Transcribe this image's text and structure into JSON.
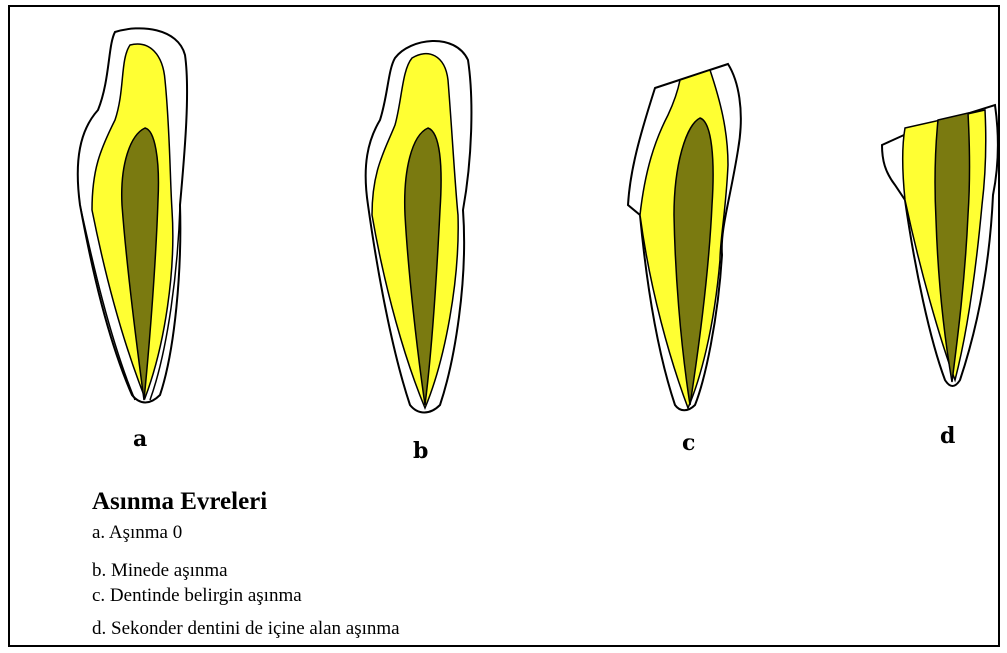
{
  "colors": {
    "enamel": "#ffffff",
    "dentin": "#ffff33",
    "secondary_dentin": "#7a7a10",
    "outline": "#000000"
  },
  "stages": [
    {
      "label": "a"
    },
    {
      "label": "b"
    },
    {
      "label": "c"
    },
    {
      "label": "d"
    }
  ],
  "legend": {
    "title": "Asınma Evreleri",
    "items": [
      "a. Aşınma 0",
      "b. Minede aşınma",
      "c. Dentinde belirgin aşınma",
      "d. Sekonder dentini de içine alan aşınma"
    ]
  }
}
